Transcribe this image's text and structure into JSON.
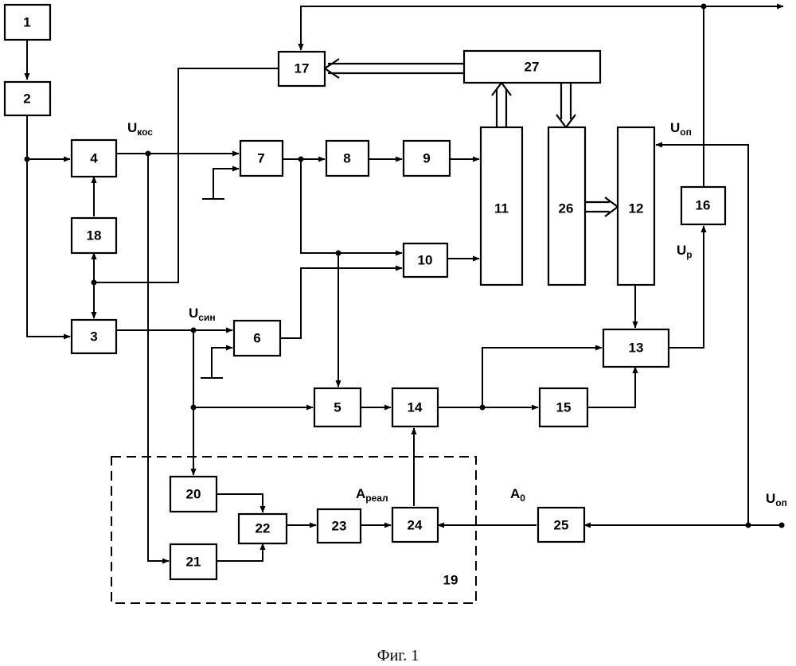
{
  "blocks": {
    "b1": "1",
    "b2": "2",
    "b3": "3",
    "b4": "4",
    "b5": "5",
    "b6": "6",
    "b7": "7",
    "b8": "8",
    "b9": "9",
    "b10": "10",
    "b11": "11",
    "b12": "12",
    "b13": "13",
    "b14": "14",
    "b15": "15",
    "b16": "16",
    "b17": "17",
    "b18": "18",
    "b19": "19",
    "b20": "20",
    "b21": "21",
    "b22": "22",
    "b23": "23",
    "b24": "24",
    "b25": "25",
    "b26": "26",
    "b27": "27"
  },
  "signals": {
    "u_kos": {
      "main": "U",
      "sub": "кос"
    },
    "u_sin": {
      "main": "U",
      "sub": "син"
    },
    "u_op_top": {
      "main": "U",
      "sub": "оп"
    },
    "u_op_right": {
      "main": "U",
      "sub": "оп"
    },
    "u_r": {
      "main": "U",
      "sub": "р"
    },
    "a_real": {
      "main": "A",
      "sub": "реал"
    },
    "a_0": {
      "main": "A",
      "sub": "0"
    }
  },
  "caption": "Фиг. 1"
}
